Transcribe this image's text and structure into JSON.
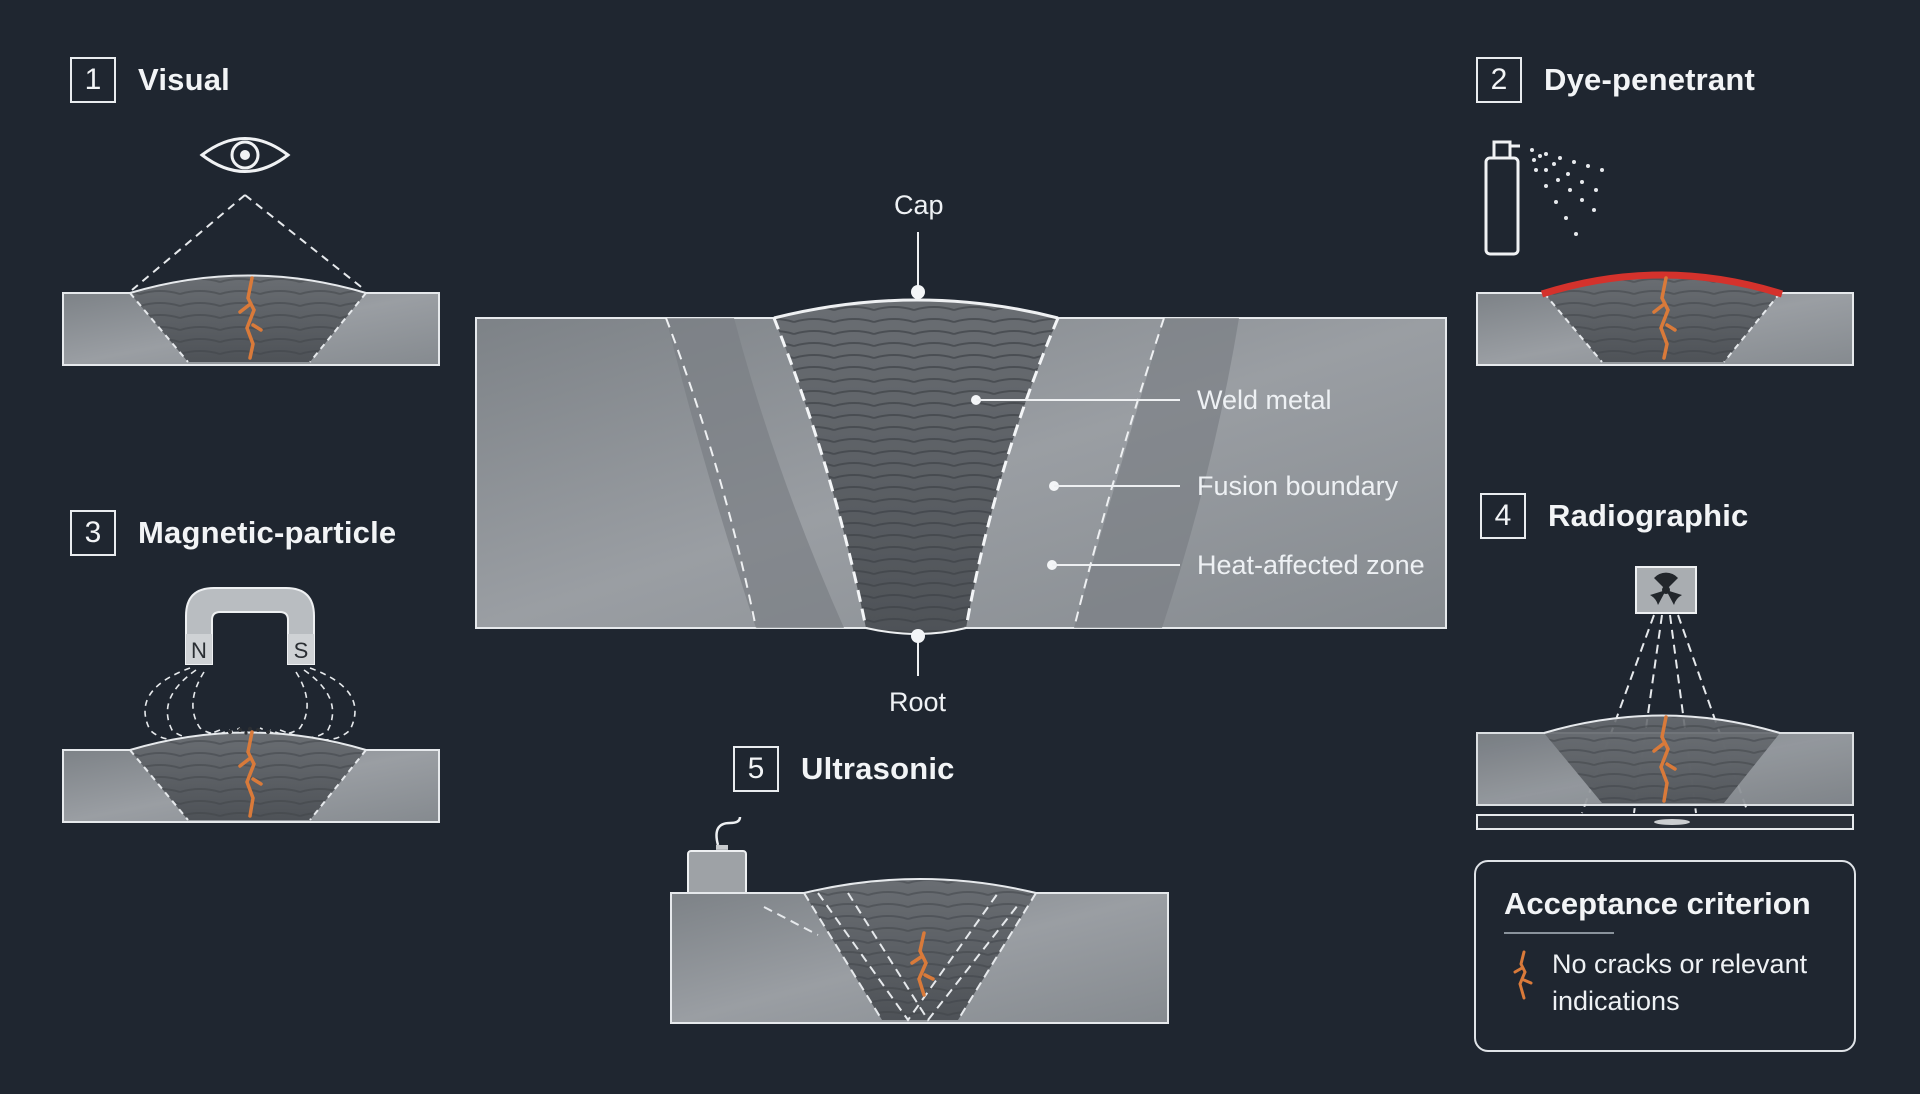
{
  "panels": {
    "visual": {
      "number": "1",
      "title": "Visual"
    },
    "dye": {
      "number": "2",
      "title": "Dye-penetrant"
    },
    "magnetic": {
      "number": "3",
      "title": "Magnetic-particle",
      "pole_n": "N",
      "pole_s": "S"
    },
    "radiographic": {
      "number": "4",
      "title": "Radiographic"
    },
    "ultrasonic": {
      "number": "5",
      "title": "Ultrasonic"
    }
  },
  "center": {
    "cap": "Cap",
    "root": "Root",
    "weld_metal": "Weld metal",
    "fusion_boundary": "Fusion boundary",
    "haz": "Heat-affected zone"
  },
  "acceptance": {
    "title": "Acceptance criterion",
    "line1": "No cracks or relevant",
    "line2": "indications"
  },
  "colors": {
    "background": "#1f2630",
    "steel": "#8d9297",
    "weld": "#5f6368",
    "crack": "#d97a3a",
    "penetrant": "#d4322c"
  },
  "icons": [
    "eye-icon",
    "spray-can-icon",
    "horseshoe-magnet-icon",
    "radiation-source-icon",
    "ultrasonic-probe-icon",
    "crack-icon"
  ]
}
